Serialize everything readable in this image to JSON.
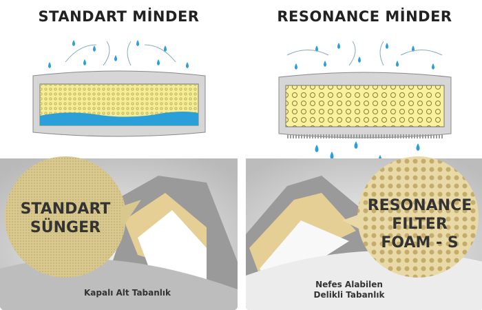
{
  "left": {
    "title": "STANDART MİNDER",
    "circle_line1": "STANDART",
    "circle_line2": "SÜNGER",
    "base_label": "Kapalı Alt Tabanlık"
  },
  "right": {
    "title": "RESONANCE MİNDER",
    "circle_line1": "RESONANCE",
    "circle_line2": "FILTER",
    "circle_line3": "FOAM - S",
    "base_label_line1": "Nefes Alabilen",
    "base_label_line2": "Delikli Tabanlık"
  },
  "colors": {
    "foam": "#f4ec96",
    "water": "#2a9fd8",
    "grey": "#a9a9a9",
    "beige": "#d9c890"
  }
}
